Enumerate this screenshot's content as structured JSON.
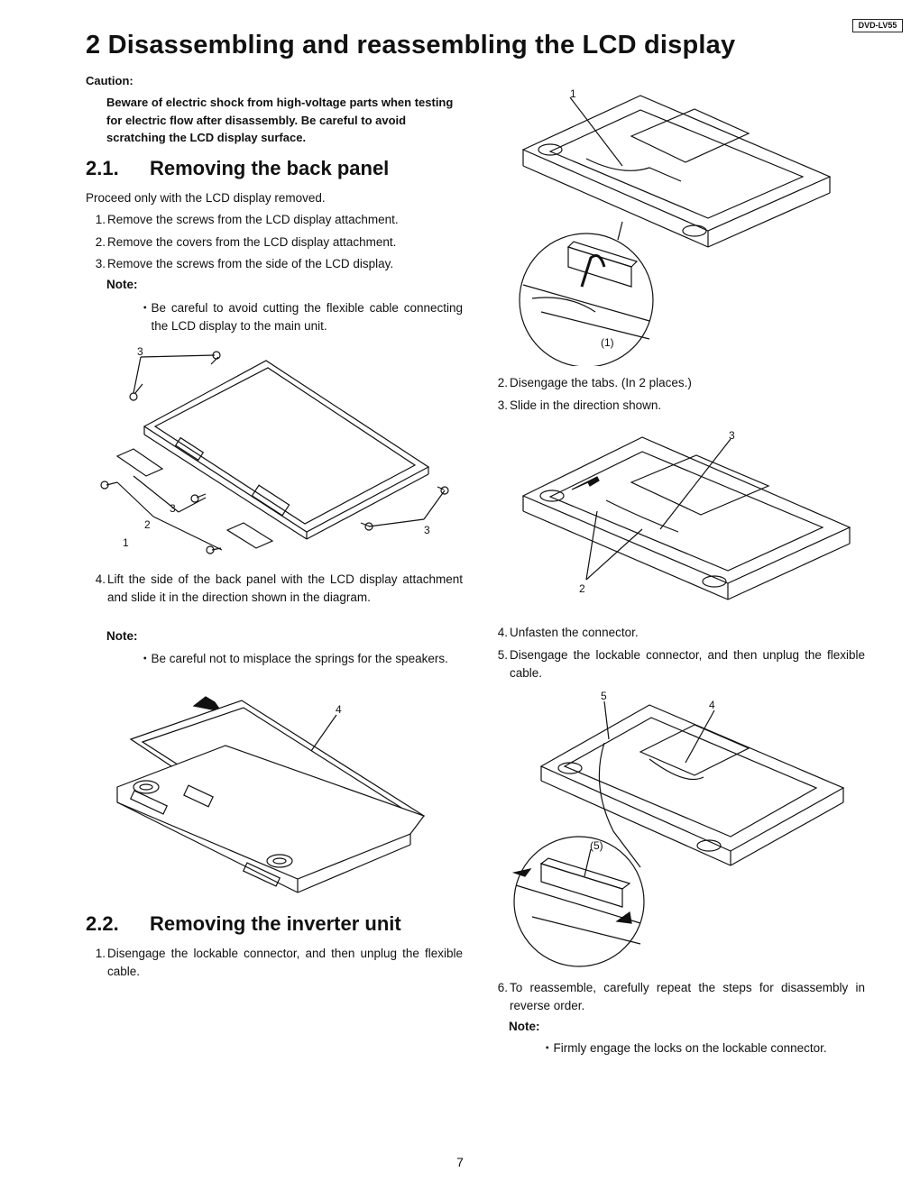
{
  "header": {
    "model": "DVD-LV55"
  },
  "title": "2   Disassembling and reassembling the LCD display",
  "caution": {
    "label": "Caution:",
    "text": "Beware of electric shock from high-voltage parts when testing for electric flow after disassembly. Be careful to avoid scratching the LCD display surface."
  },
  "section_21": {
    "number": "2.1.",
    "heading": "Removing the back panel",
    "intro": "Proceed only with the LCD display removed.",
    "steps": [
      {
        "n": "1.",
        "text": "Remove the screws from the LCD display attachment."
      },
      {
        "n": "2.",
        "text": "Remove the covers from the LCD display attachment."
      },
      {
        "n": "3.",
        "text": "Remove the screws from the side of the LCD display."
      }
    ],
    "note1_label": "Note:",
    "note1_bullet": "Be careful to avoid cutting the flexible cable connecting the LCD display to the main unit.",
    "fig1_labels": {
      "a": "3",
      "b": "3",
      "c": "2",
      "d": "1",
      "e": "3"
    },
    "step4": {
      "n": "4.",
      "text": "Lift the side of the back panel with the LCD display attachment and slide it in the direction shown in the diagram."
    },
    "note2_label": "Note:",
    "note2_bullet": "Be careful not to misplace the springs for the speakers.",
    "fig2_labels": {
      "a": "4"
    }
  },
  "section_22": {
    "number": "2.2.",
    "heading": "Removing the inverter unit",
    "steps": [
      {
        "n": "1.",
        "text": "Disengage the lockable connector, and then unplug the flexible cable."
      }
    ]
  },
  "right": {
    "fig3_labels": {
      "a": "1",
      "b": "(1)"
    },
    "steps_a": [
      {
        "n": "2.",
        "text": "Disengage the tabs. (In 2 places.)"
      },
      {
        "n": "3.",
        "text": "Slide in the direction shown."
      }
    ],
    "fig4_labels": {
      "a": "3",
      "b": "2"
    },
    "steps_b": [
      {
        "n": "4.",
        "text": "Unfasten the connector."
      },
      {
        "n": "5.",
        "text": "Disengage the lockable connector, and then unplug the flexible cable."
      }
    ],
    "fig5_labels": {
      "a": "5",
      "b": "4",
      "c": "(5)"
    },
    "step6": {
      "n": "6.",
      "text": "To reassemble, carefully repeat the steps for disassembly in reverse order."
    },
    "note_label": "Note:",
    "note_bullet": "Firmly engage the locks on the lockable connector."
  },
  "footer": {
    "page": "7"
  },
  "bullet_char": "・"
}
